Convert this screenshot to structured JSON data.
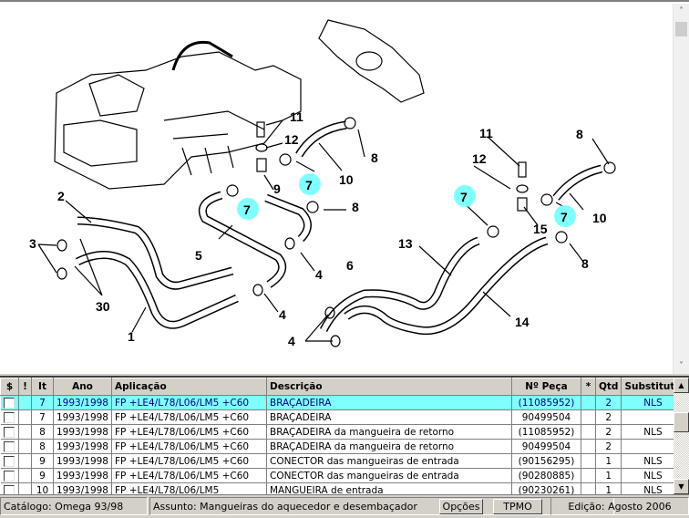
{
  "diagram": {
    "callouts": {
      "n1": "1",
      "n2": "2",
      "n3": "3",
      "n4a": "4",
      "n4b": "4",
      "n4c": "4",
      "n5": "5",
      "n6": "6",
      "n7a": "7",
      "n7b": "7",
      "n7c": "7",
      "n7d": "7",
      "n8a": "8",
      "n8b": "8",
      "n8c": "8",
      "n8d": "8",
      "n9": "9",
      "n10a": "10",
      "n10b": "10",
      "n11a": "11",
      "n11b": "11",
      "n12a": "12",
      "n12b": "12",
      "n13": "13",
      "n14": "14",
      "n15": "15",
      "n30": "30"
    },
    "highlight_color": "#80ffff",
    "scroll_up": "˄",
    "scroll_down": "˅"
  },
  "table": {
    "columns": [
      "$",
      "!",
      "It",
      "Ano",
      "Aplicação",
      "Descrição",
      "Nº Peça",
      "*",
      "Qtd",
      "Substituta"
    ],
    "rows": [
      {
        "it": "7",
        "ano": "1993/1998",
        "aplicacao": "FP +LE4/L78/L06/LM5 +C60",
        "descricao": "BRAÇADEIRA",
        "peca": "(11085952)",
        "star": "",
        "qtd": "2",
        "substituta": "NLS",
        "selected": true
      },
      {
        "it": "7",
        "ano": "1993/1998",
        "aplicacao": "FP +LE4/L78/L06/LM5 +C60",
        "descricao": "BRAÇADEIRA",
        "peca": "90499504",
        "star": "",
        "qtd": "2",
        "substituta": ""
      },
      {
        "it": "8",
        "ano": "1993/1998",
        "aplicacao": "FP +LE4/L78/L06/LM5 +C60",
        "descricao": "BRAÇADEIRA da mangueira de retorno",
        "peca": "(11085952)",
        "star": "",
        "qtd": "2",
        "substituta": "NLS"
      },
      {
        "it": "8",
        "ano": "1993/1998",
        "aplicacao": "FP +LE4/L78/L06/LM5 +C60",
        "descricao": "BRAÇADEIRA da mangueira de retorno",
        "peca": "90499504",
        "star": "",
        "qtd": "2",
        "substituta": ""
      },
      {
        "it": "9",
        "ano": "1993/1998",
        "aplicacao": "FP +LE4/L78/L06/LM5 +C60",
        "descricao": "CONECTOR das mangueiras de entrada",
        "peca": "(90156295)",
        "star": "",
        "qtd": "1",
        "substituta": "NLS"
      },
      {
        "it": "9",
        "ano": "1993/1998",
        "aplicacao": "FP +LE4/L78/L06/LM5 +C60",
        "descricao": "CONECTOR das mangueiras de entrada",
        "peca": "(90280885)",
        "star": "",
        "qtd": "1",
        "substituta": "NLS"
      },
      {
        "it": "10",
        "ano": "1993/1998",
        "aplicacao": "FP +LE4/L78/L06/LM5",
        "descricao": "MANGUEIRA de entrada",
        "peca": "(90230261)",
        "star": "",
        "qtd": "1",
        "substituta": "NLS"
      }
    ],
    "selected_row_color": "#80ffff",
    "scroll_up": "▲",
    "scroll_down": "▼"
  },
  "status": {
    "catalogo": "Catálogo: Omega 93/98",
    "assunto": "Assunto: Mangueiras do aquecedor e desembaçador",
    "opcoes_button": "Opções",
    "tpmo_button": "TPMO",
    "edicao": "Edição: Agosto 2006"
  }
}
